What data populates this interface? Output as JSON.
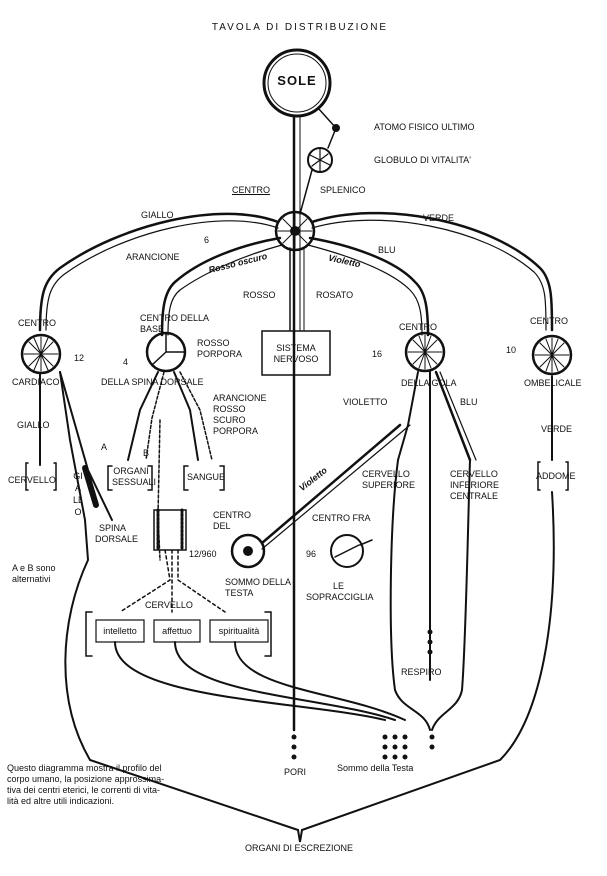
{
  "title": "TAVOLA DI DISTRIBUZIONE",
  "sun": "SOLE",
  "atom": "ATOMO FISICO ULTIMO",
  "globule": "GLOBULO DI VITALITA'",
  "spleen": {
    "line1": "CENTRO",
    "line2": "SPLENICO",
    "number": "6"
  },
  "currents": {
    "giallo": "GIALLO",
    "verde": "VERDE",
    "arancione": "ARANCIONE",
    "blu": "BLU",
    "rosso_oscuro": "Rosso oscuro",
    "violetto_arc": "Violetto",
    "rosso": "ROSSO",
    "rosato": "ROSATO"
  },
  "sistema_nervoso": {
    "line1": "SISTEMA",
    "line2": "NERVOSO"
  },
  "centers": {
    "cardiaco": {
      "top": "CENTRO",
      "bottom": "CARDIACO",
      "number": "12"
    },
    "base": {
      "line1": "CENTRO DELLA",
      "line2": "BASE",
      "bottom": "DELLA SPINA DORSALE",
      "number": "4",
      "color1": "ROSSO",
      "color2": "PORPORA"
    },
    "gola": {
      "top": "CENTRO",
      "bottom": "DELLA GOLA",
      "number": "16"
    },
    "ombelicale": {
      "top": "CENTRO",
      "bottom": "OMBELICALE",
      "number": "10"
    },
    "testa": {
      "line1": "CENTRO",
      "line2": "DEL",
      "number": "12/960",
      "bottom1": "SOMMO DELLA",
      "bottom2": "TESTA"
    },
    "sopracciglia": {
      "top": "CENTRO FRA",
      "number": "96",
      "bottom1": "LE",
      "bottom2": "SOPRACCIGLIA"
    }
  },
  "base_colors": [
    "ARANCIONE",
    "ROSSO",
    "SCURO",
    "PORPORA"
  ],
  "left_branch": {
    "giallo": "GIALLO",
    "cervello": "CERVELLO"
  },
  "organi_sessuali": {
    "line1": "ORGANI",
    "line2": "SESSUALI"
  },
  "sangue": "SANGUE",
  "letter_a": "A",
  "letter_b": "B",
  "giallo_vertical": "GIALLO",
  "spina_dorsale": {
    "line1": "SPINA",
    "line2": "DORSALE"
  },
  "alternativi": {
    "line1": "A e B sono",
    "line2": "alternativi"
  },
  "gola_branches": {
    "violetto": "VIOLETTO",
    "blu": "BLU"
  },
  "violetto_diag": "Violetto",
  "cervello_superiore": {
    "line1": "CERVELLO",
    "line2": "SUPERIORE"
  },
  "cervello_inferiore": {
    "line1": "CERVELLO",
    "line2": "INFERIORE",
    "line3": "CENTRALE"
  },
  "ombelicale_branch": {
    "verde": "VERDE",
    "addome": "ADDOME"
  },
  "cervello_group": "CERVELLO",
  "brain_boxes": [
    "intelletto",
    "affettuo",
    "spiritualità"
  ],
  "respiro": "RESPIRO",
  "pori": "PORI",
  "sommo_testa": "Sommo della Testa",
  "organi_escrezione": "ORGANI DI ESCREZIONE",
  "note": "Questo diagramma mostra il profilo del\ncorpo umano, la posizione approssima-\ntiva dei centri eterici, le correnti di vita-\nlità ed altre utili indicazioni."
}
